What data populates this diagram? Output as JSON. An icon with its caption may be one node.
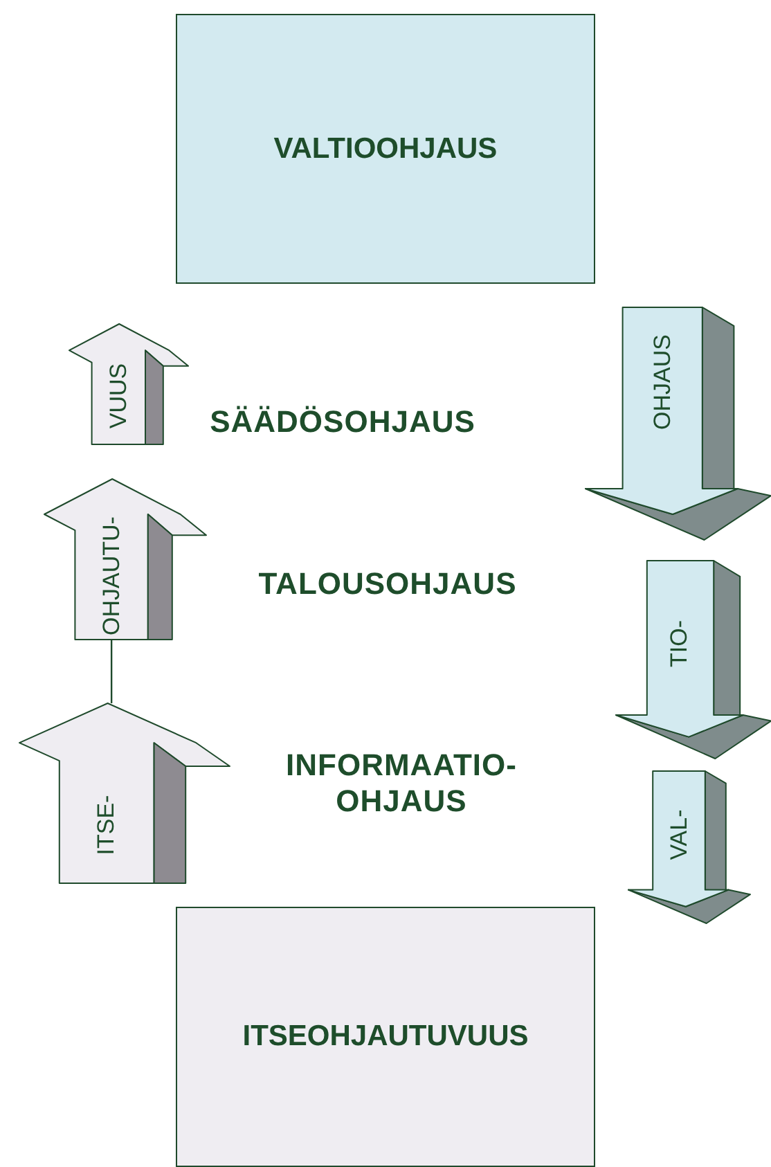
{
  "diagram": {
    "nodes": [
      {
        "text": [
          "VALTIOOHJAUS"
        ]
      },
      {
        "text": [
          "VUUS"
        ]
      },
      {
        "text": [
          "OHJAUS"
        ]
      },
      {
        "text": [
          "OHJAUTU-"
        ]
      },
      {
        "text": [
          "TIO-"
        ]
      },
      {
        "text": [
          "ITSE-"
        ]
      },
      {
        "text": [
          "VAL-"
        ]
      },
      {
        "text": [
          "ITSEOHJAUTUVUUS"
        ]
      }
    ],
    "edges": [
      {
        "from": 3,
        "to": 5,
        "arrow": "none"
      }
    ],
    "labels": [
      "SÄÄDÖSOHJAUS",
      "TALOUSOHJAUS",
      "INFORMAATIO- OHJAUS"
    ]
  }
}
